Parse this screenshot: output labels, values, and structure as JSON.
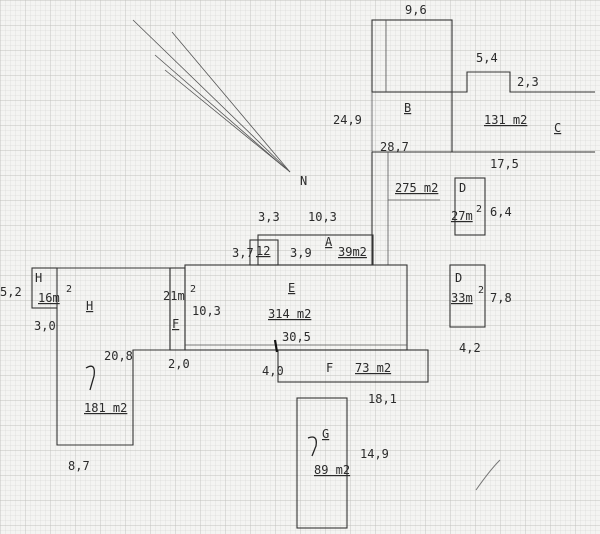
{
  "plan": {
    "north": "N",
    "rooms": {
      "B": {
        "letter": "B",
        "area": "131 m2",
        "width": "9,6",
        "depth": "24,9"
      },
      "C": {
        "letter": "C",
        "notch": "5,4",
        "small": "2,3",
        "length": "17,5"
      },
      "A": {
        "letter": "A",
        "area": "39m2",
        "w1": "3,3",
        "w2": "10,3",
        "w3": "3,9",
        "h": "3,7",
        "small_area": "12"
      },
      "Dupper": {
        "letter": "D",
        "area": "27m",
        "sup": "2",
        "depth": "6,4"
      },
      "Dlower": {
        "letter": "D",
        "area": "33m",
        "sup": "2",
        "depth": "7,8",
        "width": "4,2"
      },
      "E": {
        "letter": "E",
        "area": "314 m2",
        "length": "30,5",
        "area_top": "275 m2",
        "length_top": "28,7"
      },
      "F": {
        "letter": "F",
        "area": "73 m2",
        "width": "4,0",
        "length": "18,1"
      },
      "Fside": {
        "letter": "F",
        "area": "21m",
        "sup": "2",
        "depth": "10,3",
        "width": "2,0"
      },
      "H": {
        "letter": "H",
        "area_small": "16m",
        "sup": "2",
        "small_left": "5,2",
        "small_width": "3,0",
        "area": "181 m2",
        "depth": "20,8",
        "width": "8,7"
      },
      "G": {
        "letter": "G",
        "area": "89 m2",
        "depth": "14,9"
      }
    }
  }
}
